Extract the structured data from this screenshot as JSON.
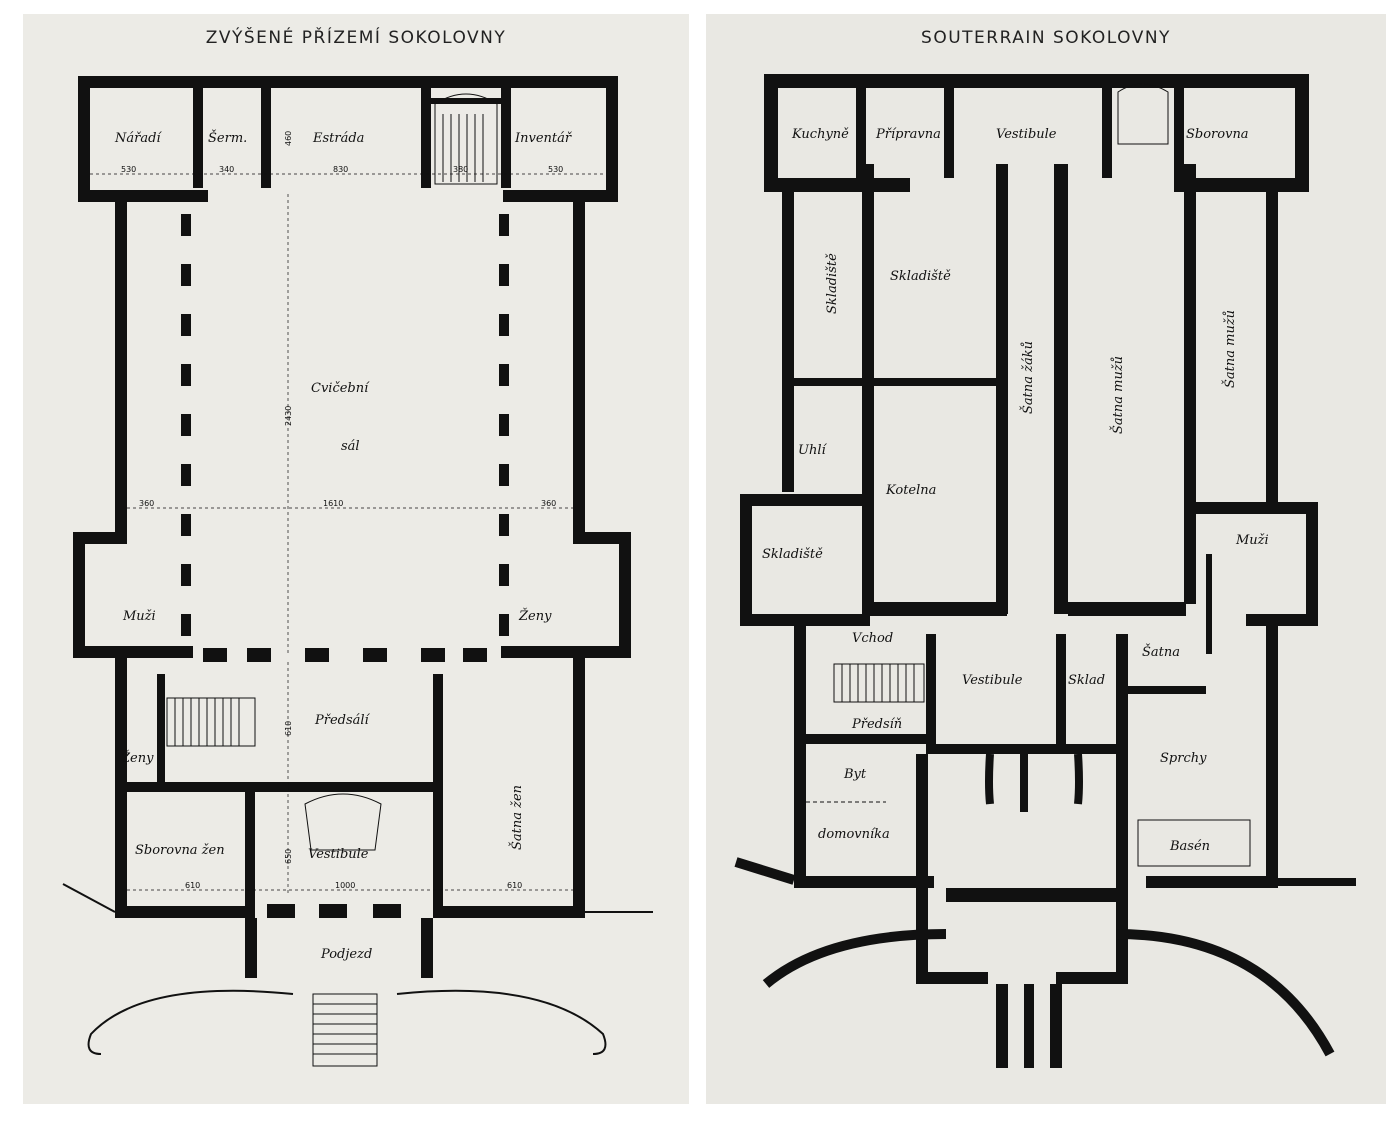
{
  "left": {
    "title": "ZVÝŠENÉ PŘÍZEMÍ SOKOLOVNY",
    "rooms": {
      "naradi": "Nářadí",
      "serm": "Šerm.",
      "estrada": "Estráda",
      "inventar": "Inventář",
      "sal1": "Cvičební",
      "sal2": "sál",
      "muzi": "Muži",
      "zeny": "Ženy",
      "predsali": "Předsálí",
      "zeny_small": "Ženy",
      "satna_zen": "Šatna žen",
      "sborovna": "Sborovna žen",
      "vestibule": "Vestibule",
      "podjezd": "Podjezd"
    },
    "dims": {
      "d530a": "530",
      "d340": "340",
      "d460": "460",
      "d830": "830",
      "d380": "380",
      "d530b": "530",
      "d2430": "2430",
      "d360a": "360",
      "d1610": "1610",
      "d360b": "360",
      "d610v": "610",
      "d650": "650",
      "d610a": "610",
      "d1000": "1000",
      "d610b": "610"
    }
  },
  "right": {
    "title": "SOUTERRAIN SOKOLOVNY",
    "rooms": {
      "kuchyne": "Kuchyně",
      "pripravna": "Přípravna",
      "vestibule_top": "Vestibule",
      "sborovna": "Sborovna",
      "skladiste_a": "Skladiště",
      "skladiste_b": "Skladiště",
      "satna_zaku": "Šatna žáků",
      "satna_muzu_a": "Šatna mužů",
      "satna_muzu_b": "Šatna mužů",
      "uhli": "Uhlí",
      "kotelna": "Kotelna",
      "skladiste_c": "Skladiště",
      "muzi": "Muži",
      "vchod": "Vchod",
      "vestibule": "Vestibule",
      "sklad": "Sklad",
      "satna": "Šatna",
      "predsin": "Předsíň",
      "byt": "Byt",
      "domovnika": "domovníka",
      "sprchy": "Sprchy",
      "basen": "Basén"
    }
  }
}
